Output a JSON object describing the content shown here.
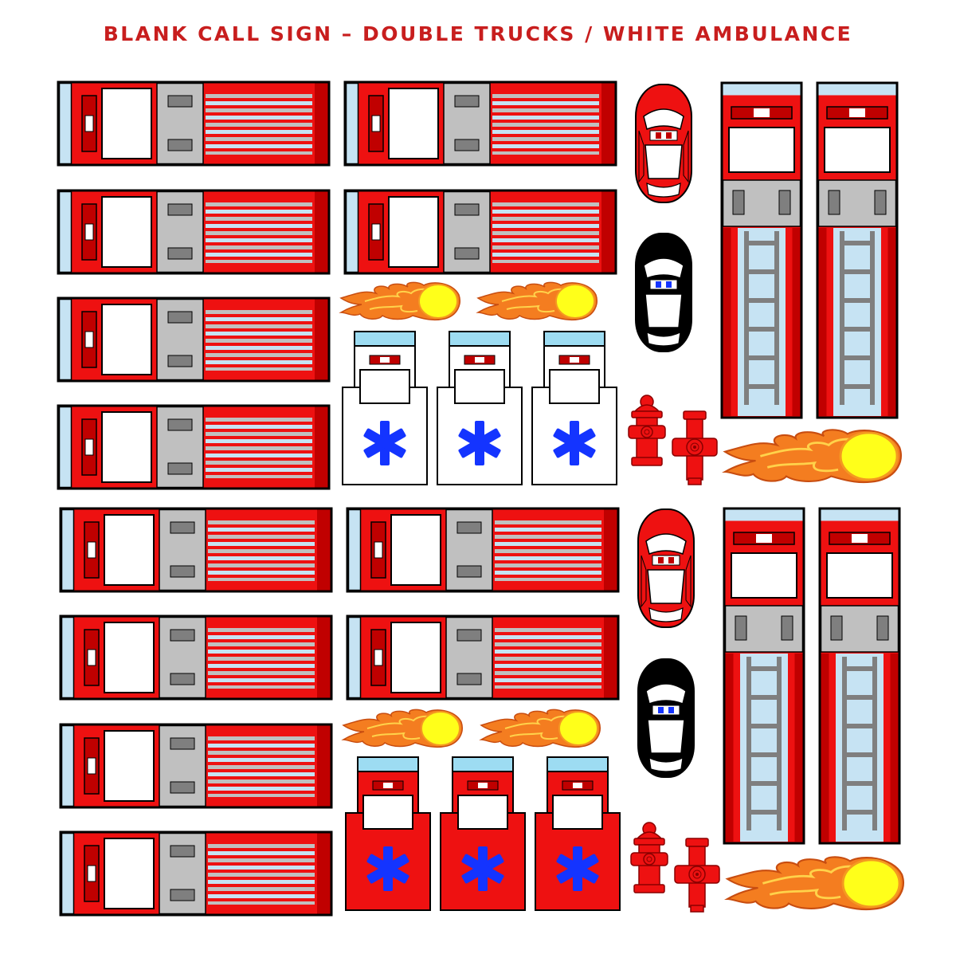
{
  "sheet": {
    "title": "BLANK CALL SIGN – DOUBLE TRUCKS / WHITE AMBULANCE"
  },
  "colors": {
    "red": "#ee1111",
    "dark_red": "#c00000",
    "gray": "#c0c0c0",
    "dark_gray": "#7f7f7f",
    "light_blue": "#c6e3f3",
    "cyan": "#9ddcf2",
    "black": "#000000",
    "white": "#ffffff",
    "star_blue": "#1434ff",
    "flame_yellow": "#ffff1a",
    "flame_orange": "#f47d20"
  },
  "stickers": {
    "fire_trucks_horizontal": 12,
    "ladder_trucks_vertical": 4,
    "ambulances_white": 3,
    "ambulances_red": 3,
    "red_chief_cars": 2,
    "black_police_cars": 2,
    "fire_hydrants": 4,
    "fireballs": 6
  }
}
